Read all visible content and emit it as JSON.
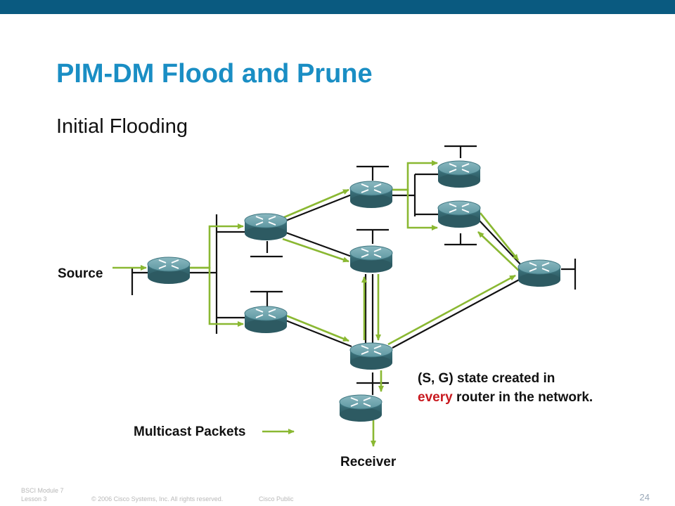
{
  "slide": {
    "title": "PIM-DM Flood and Prune",
    "subtitle": "Initial Flooding"
  },
  "labels": {
    "source": "Source",
    "receiver": "Receiver",
    "legend": "Multicast Packets"
  },
  "note": {
    "line1": "(S, G) state created in",
    "line2_red": "every",
    "line2_rest": " router in the network."
  },
  "footer": {
    "course": "BSCI Module 7",
    "lesson": "Lesson 3",
    "copyright": "© 2006 Cisco Systems, Inc. All rights reserved.",
    "classification": "Cisco Public",
    "page": "24"
  },
  "colors": {
    "topbar": "#0a5a80",
    "title": "#1a8ec4",
    "arrow": "#8ab832",
    "router": "#4f8a94",
    "highlight": "#c8191f"
  },
  "diagram": {
    "routers": [
      "source-router",
      "r2-upper",
      "r3-lower",
      "r4-top",
      "r5-middle",
      "r6-bottom",
      "r7-top-right",
      "r8-right",
      "r9-far-right",
      "r10-receiver"
    ]
  }
}
